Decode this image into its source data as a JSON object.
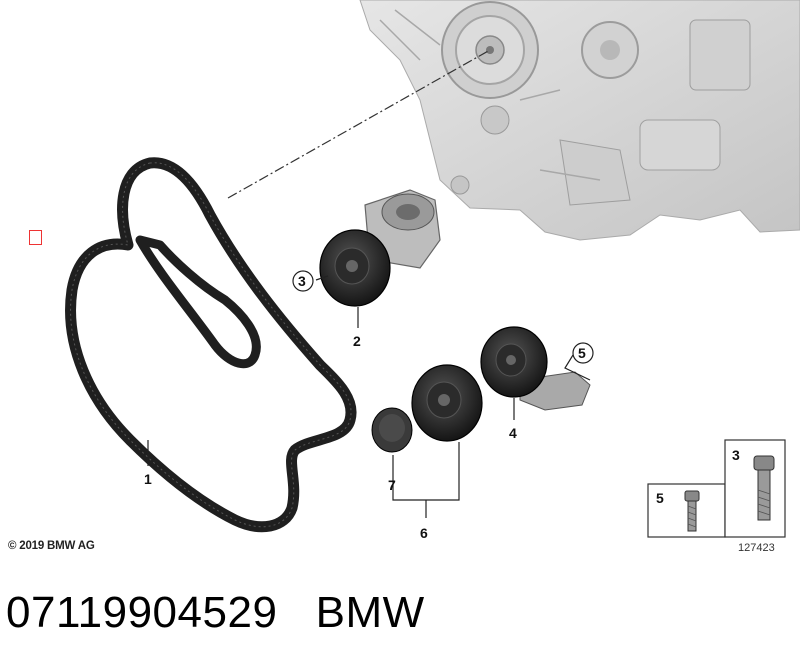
{
  "colors": {
    "belt": "#2a2a2a",
    "part_dark": "#1f1f1f",
    "engine": "#d9d9d9",
    "marker": "#e33333"
  },
  "callouts": [
    {
      "id": "belt",
      "label": "1"
    },
    {
      "id": "idler-pulley",
      "label": "2"
    },
    {
      "id": "tensioner-screw",
      "label": "3"
    },
    {
      "id": "tensioner",
      "label": "4"
    },
    {
      "id": "tensioner-bolt",
      "label": "5"
    },
    {
      "id": "pulley-set",
      "label": "6"
    },
    {
      "id": "cap",
      "label": "7"
    }
  ],
  "inset_callouts": [
    {
      "id": "small-bolt",
      "label": "5"
    },
    {
      "id": "large-bolt",
      "label": "3"
    }
  ],
  "copyright": "© 2019 BMW AG",
  "diagram_number": "127423",
  "caption": {
    "part_number": "07119904529",
    "brand": "BMW"
  }
}
